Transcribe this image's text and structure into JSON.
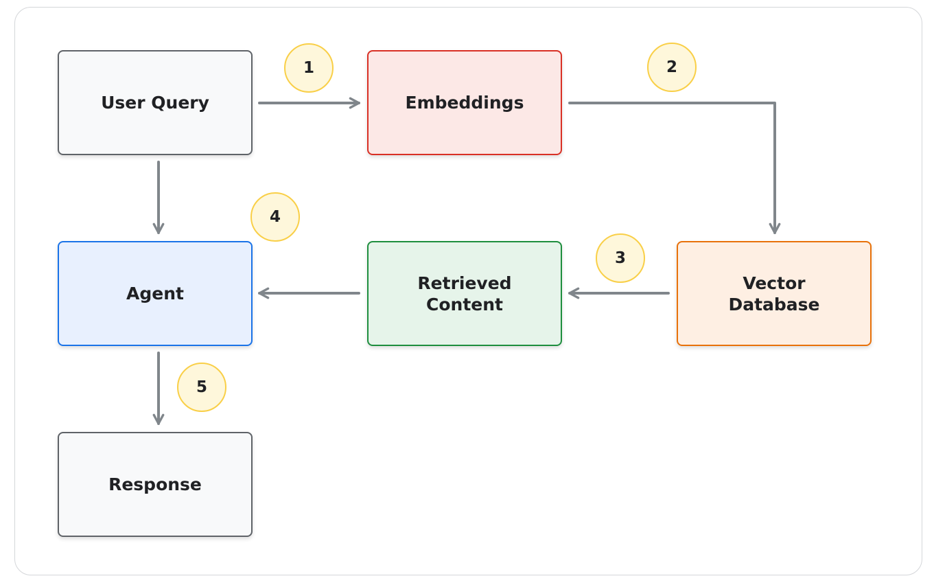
{
  "colors": {
    "user_query": {
      "fill": "#f8f9fa",
      "border": "#5f6368"
    },
    "embeddings": {
      "fill": "#fce8e6",
      "border": "#d93025"
    },
    "agent": {
      "fill": "#e8f0fe",
      "border": "#1a73e8"
    },
    "retrieved_content": {
      "fill": "#e6f4ea",
      "border": "#1e8e3e"
    },
    "vector_database": {
      "fill": "#feefe3",
      "border": "#e8710a"
    },
    "response": {
      "fill": "#f8f9fa",
      "border": "#5f6368"
    },
    "arrow": "#80868b",
    "step_badge": {
      "fill": "#fef7db",
      "border": "#f9cf47"
    }
  },
  "nodes": {
    "user_query": "User Query",
    "embeddings": "Embeddings",
    "agent": "Agent",
    "retrieved_content": "Retrieved\nContent",
    "vector_database": "Vector\nDatabase",
    "response": "Response"
  },
  "steps": [
    "1",
    "2",
    "3",
    "4",
    "5"
  ],
  "edges": [
    {
      "from": "user_query",
      "to": "embeddings",
      "step": "1"
    },
    {
      "from": "embeddings",
      "to": "vector_database",
      "step": "2"
    },
    {
      "from": "vector_database",
      "to": "retrieved_content",
      "step": "3"
    },
    {
      "from": "retrieved_content",
      "to": "agent",
      "step": "4"
    },
    {
      "from": "user_query",
      "to": "agent"
    },
    {
      "from": "agent",
      "to": "response",
      "step": "5"
    }
  ]
}
